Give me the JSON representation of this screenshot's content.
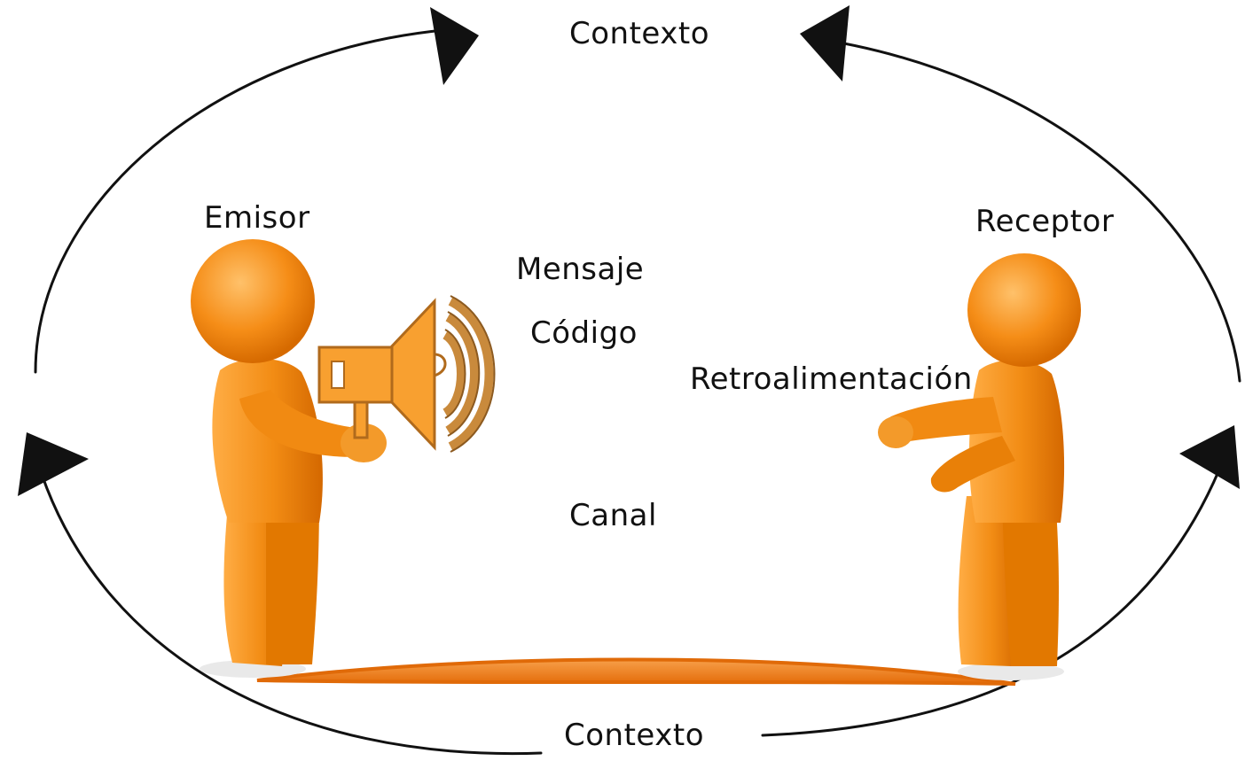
{
  "diagram": {
    "labels": {
      "context_top": "Contexto",
      "emisor": "Emisor",
      "receptor": "Receptor",
      "mensaje": "Mensaje",
      "codigo": "Código",
      "retroalimentacion": "Retroalimentación",
      "canal": "Canal",
      "context_bottom": "Contexto"
    },
    "colors": {
      "figure": "#f28c14",
      "figure_dark": "#d96f00",
      "figure_light": "#ffb24a",
      "megaphone_outline": "#b06a1c",
      "arrow": "#111111",
      "ground": "#ef7a14"
    },
    "icons": {
      "emisor_figure": "person-icon",
      "receptor_figure": "person-icon",
      "megaphone": "megaphone-icon"
    }
  }
}
